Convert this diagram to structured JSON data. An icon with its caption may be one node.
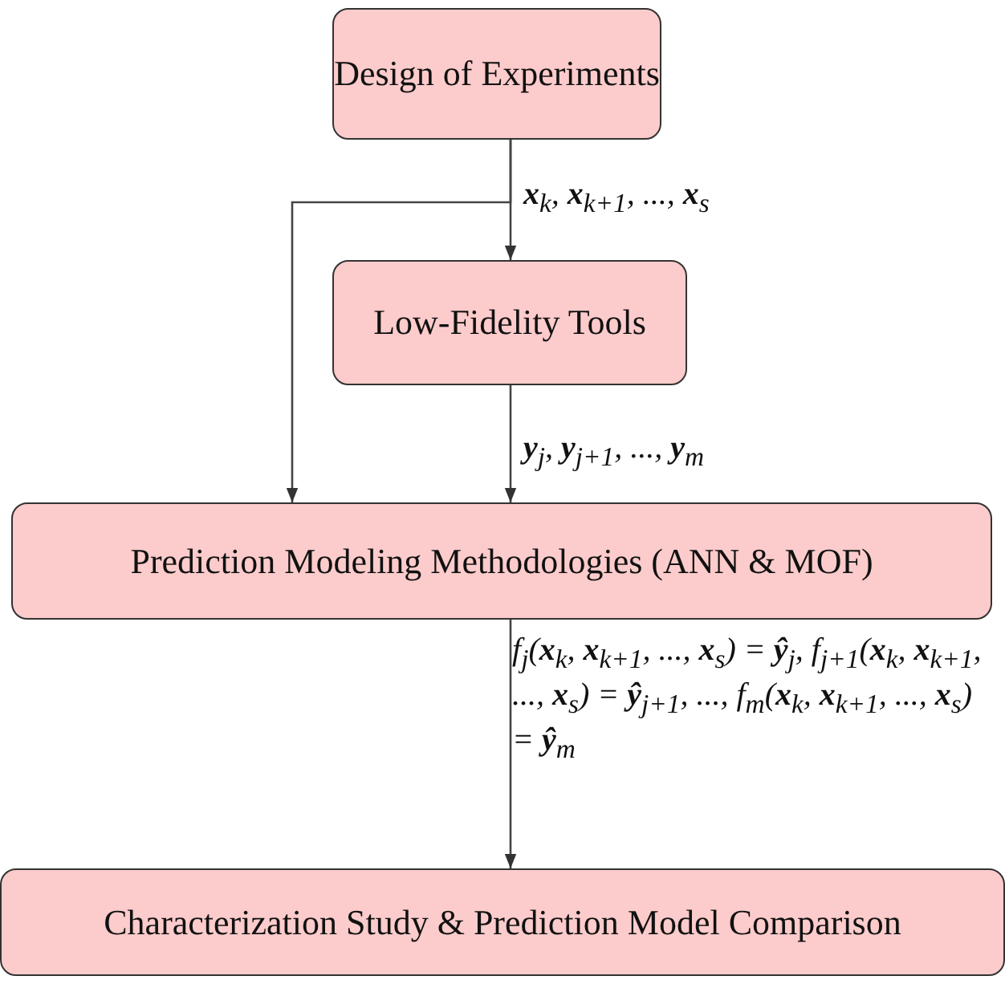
{
  "diagram": {
    "nodes": [
      {
        "text": [
          "Design of Experiments"
        ]
      },
      {
        "text": [
          "Low-Fidelity Tools"
        ]
      },
      {
        "text": [
          "Prediction Modeling Methodologies (ANN & MOF)"
        ]
      },
      {
        "text": [
          "Characterization Study & Prediction Model Comparison"
        ]
      }
    ],
    "edges": [
      {
        "from": 0,
        "to": 1,
        "arrow": "to",
        "label": "**x**$_{k}$, **x**$_{k+1}$, ..., **x**$_{s}$"
      },
      {
        "from": 0,
        "to": 2,
        "arrow": "to"
      },
      {
        "from": 1,
        "to": 2,
        "arrow": "to",
        "label": "**y**$_{j}$, **y**$_{j+1}$, ..., **y**$_{m}$"
      },
      {
        "from": 2,
        "to": 3,
        "arrow": "to",
        "label": "*f*$_{j}$(**x**$_{k}$, **x**$_{k+1}$, ..., **x**$_{s}$) = **ŷ**$_{j}$, *f*$_{j+1}$(**x**$_{k}$, **x**$_{k+1}$, ..., **x**$_{s}$) = **ŷ**$_{j+1}$, ..., *f*$_{m}$(**x**$_{k}$, **x**$_{k+1}$, ..., **x**$_{s}$) = **ŷ**$_{m}$"
      }
    ]
  }
}
